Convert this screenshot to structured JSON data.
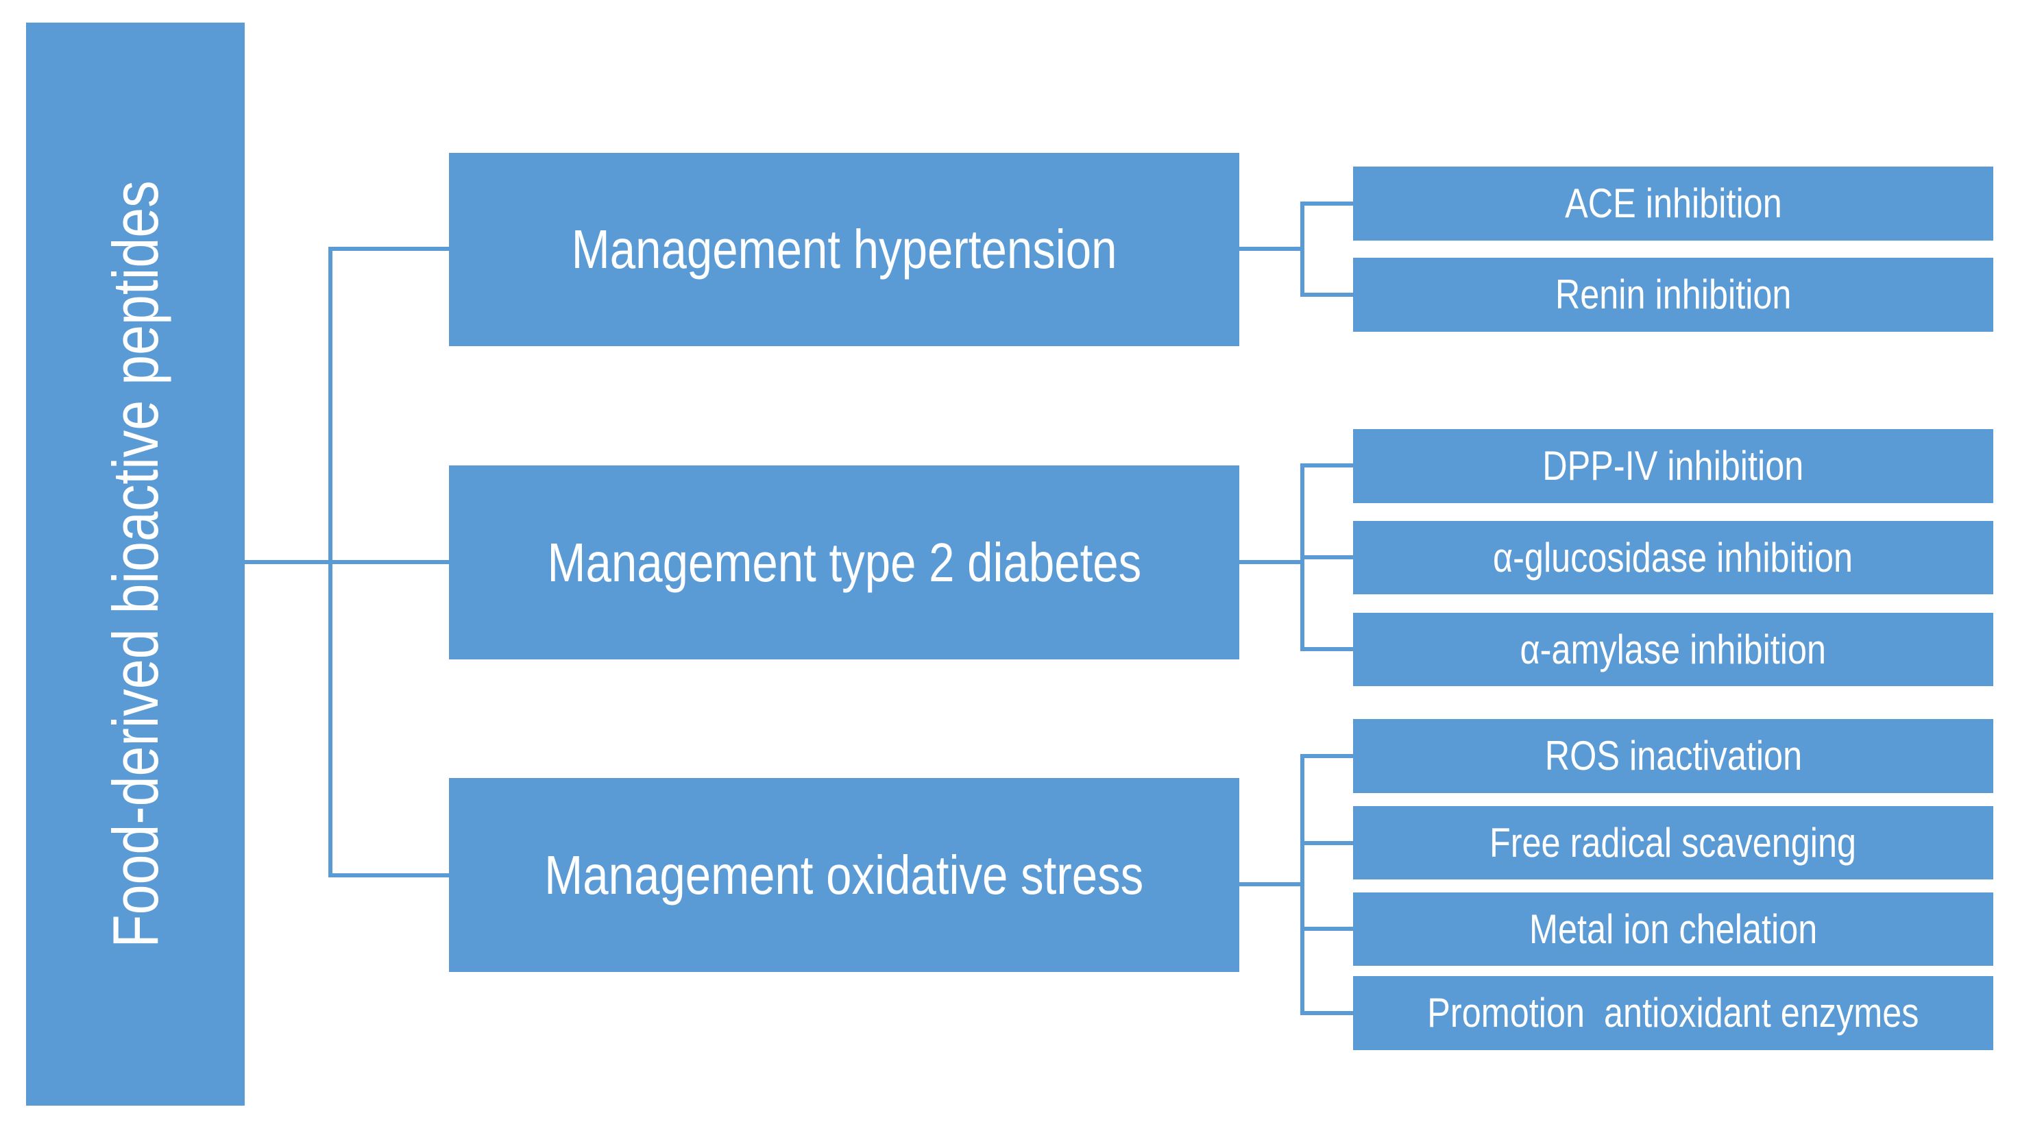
{
  "colors": {
    "accent": "#5B9BD5",
    "text_on_accent": "#FFFFFF",
    "background": "#FFFFFF"
  },
  "root": {
    "label": "Food-derived bioactive peptides"
  },
  "branches": [
    {
      "label": "Management hypertension",
      "children": [
        "ACE inhibition",
        "Renin inhibition"
      ]
    },
    {
      "label": "Management type 2 diabetes",
      "children": [
        "DPP-IV inhibition",
        "α-glucosidase inhibition",
        "α-amylase inhibition"
      ]
    },
    {
      "label": "Management oxidative stress",
      "children": [
        "ROS inactivation",
        "Free radical scavenging",
        "Metal ion chelation",
        "Promotion  antioxidant enzymes"
      ]
    }
  ]
}
